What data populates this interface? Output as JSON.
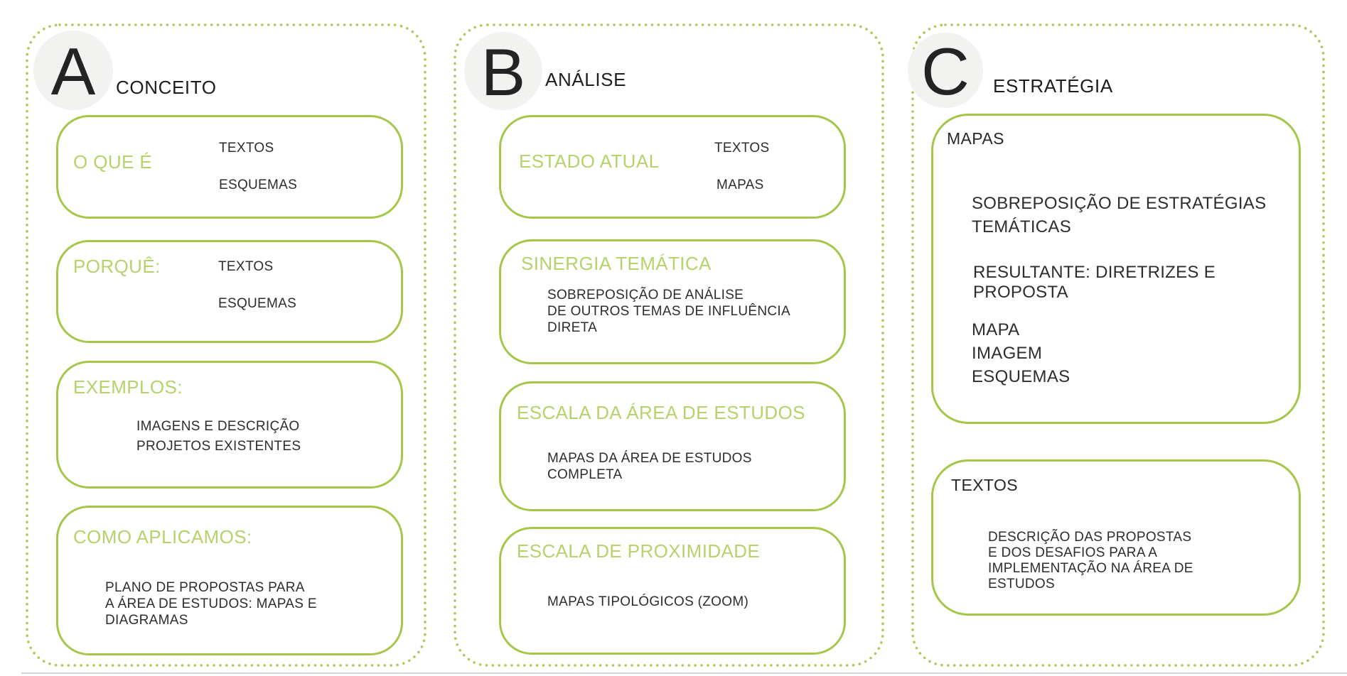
{
  "colors": {
    "green_border": "#a5c649",
    "green_dots": "#aec95b",
    "green_label_text": "#b6d26b",
    "dark_text": "#2d2d2d",
    "badge_circle_bg": "#f2f2f1",
    "bottom_rule": "#ccd7dd",
    "background": "#ffffff"
  },
  "columns": {
    "a": {
      "letter": "A",
      "title": "CONCEITO",
      "boxes": {
        "o_que_e": {
          "label": "O QUE É",
          "items": [
            "TEXTOS",
            "ESQUEMAS"
          ]
        },
        "porque": {
          "label": "PORQUÊ:",
          "items": [
            "TEXTOS",
            "ESQUEMAS"
          ]
        },
        "exemplos": {
          "label": "EXEMPLOS:",
          "lines": [
            "IMAGENS E DESCRIÇÃO",
            "PROJETOS EXISTENTES"
          ]
        },
        "como_aplicamos": {
          "label": "COMO APLICAMOS:",
          "lines": [
            "PLANO DE PROPOSTAS PARA",
            "A ÁREA DE ESTUDOS: MAPAS E",
            "DIAGRAMAS"
          ]
        }
      }
    },
    "b": {
      "letter": "B",
      "title": "ANÁLISE",
      "boxes": {
        "estado_atual": {
          "label": "ESTADO ATUAL",
          "items": [
            "TEXTOS",
            "MAPAS"
          ]
        },
        "sinergia_tematica": {
          "label": "SINERGIA TEMÁTICA",
          "lines": [
            "SOBREPOSIÇÃO DE ANÁLISE",
            "DE OUTROS TEMAS DE INFLUÊNCIA",
            "DIRETA"
          ]
        },
        "escala_area_estudos": {
          "label": "ESCALA DA ÁREA DE ESTUDOS",
          "lines": [
            "MAPAS DA ÁREA DE ESTUDOS",
            "COMPLETA"
          ]
        },
        "escala_proximidade": {
          "label": "ESCALA DE PROXIMIDADE",
          "lines": [
            "MAPAS TIPOLÓGICOS (ZOOM)"
          ]
        }
      }
    },
    "c": {
      "letter": "C",
      "title": "ESTRATÉGIA",
      "boxes": {
        "mapas": {
          "label": "MAPAS",
          "p1": [
            "SOBREPOSIÇÃO DE ESTRATÉGIAS",
            "TEMÁTICAS"
          ],
          "p2": [
            "RESULTANTE: DIRETRIZES E",
            "PROPOSTA"
          ],
          "p3": [
            "MAPA",
            "IMAGEM",
            "ESQUEMAS"
          ]
        },
        "textos": {
          "label": "TEXTOS",
          "lines": [
            "DESCRIÇÃO DAS PROPOSTAS",
            "E DOS DESAFIOS PARA A",
            "IMPLEMENTAÇÃO NA ÁREA DE",
            "ESTUDOS"
          ]
        }
      }
    }
  }
}
